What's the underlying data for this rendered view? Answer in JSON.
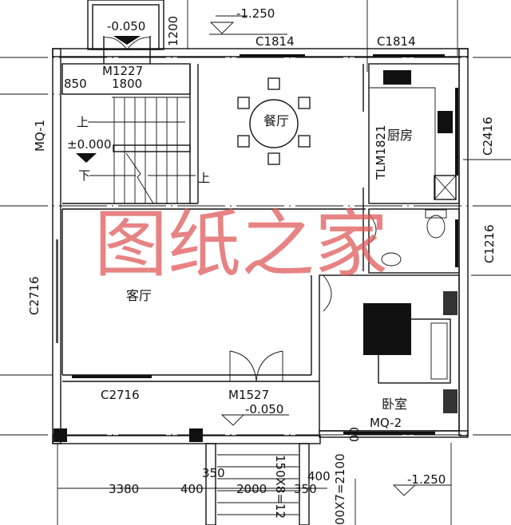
{
  "plan": {
    "rooms": {
      "dining": "餐厅",
      "kitchen": "厨房",
      "living": "客厅",
      "bedroom": "卧室"
    },
    "watermark": "图纸之家",
    "labels": {
      "entry_level": "-0.050",
      "entry_height": "1200",
      "outside_level_top": "-1.250",
      "window_top_1": "C1814",
      "window_top_2": "C1814",
      "door_stair": "M1227",
      "dim_850": "850",
      "dim_1800": "1800",
      "wall_left": "MQ-1",
      "stair_up_1": "上",
      "floor_level": "±0.000",
      "stair_down": "下",
      "stair_up_2": "上",
      "kitchen_door": "TLM1821",
      "window_kitchen": "C2416",
      "window_bath": "C1216",
      "window_left": "C2716",
      "window_front": "C2716",
      "door_main": "M1527",
      "porch_level": "-0.050",
      "wall_bedroom": "MQ-2",
      "bedroom_dim": "00",
      "dim_350a": "350",
      "dim_400a": "400",
      "dim_3380": "3380",
      "dim_400b": "400",
      "dim_2000": "2000",
      "dim_350b": "350",
      "steps_front": "150X8=12",
      "steps_side": "00X7=2100",
      "outside_level_bottom": "-1.250"
    }
  }
}
